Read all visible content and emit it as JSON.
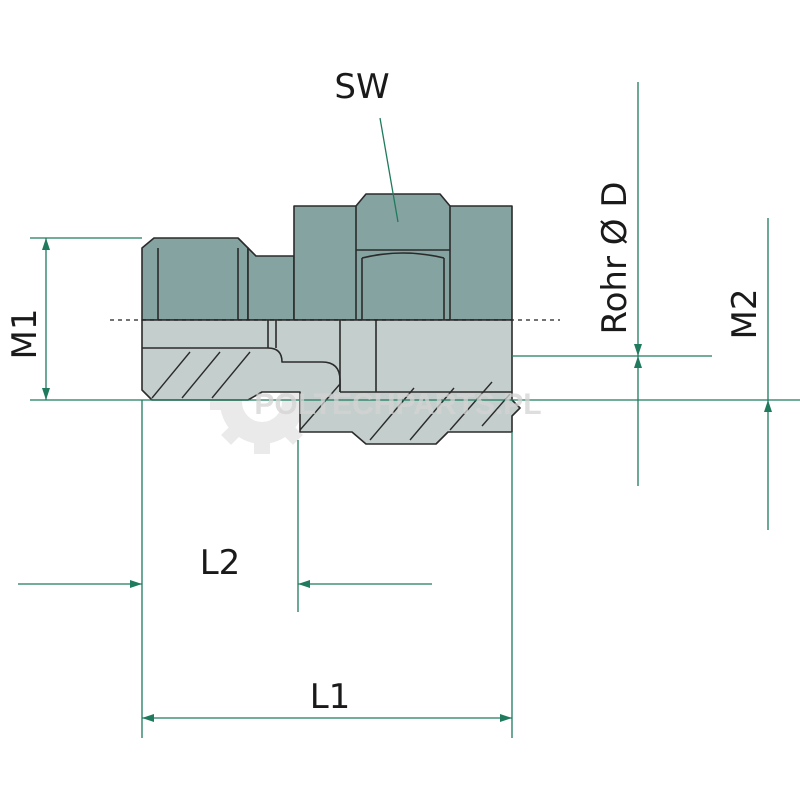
{
  "drawing": {
    "labels": {
      "sw": "SW",
      "m1": "M1",
      "m2": "M2",
      "rohr": "Rohr Ø D",
      "l1": "L1",
      "l2": "L2"
    },
    "watermark": "POLTECHPARTS.PL",
    "colors": {
      "dimension_line": "#1f7a5e",
      "part_fill": "#85a3a0",
      "section_fill": "#c4cfcd",
      "outline": "#2b2b2b",
      "watermark": "#d4d4d4"
    }
  }
}
